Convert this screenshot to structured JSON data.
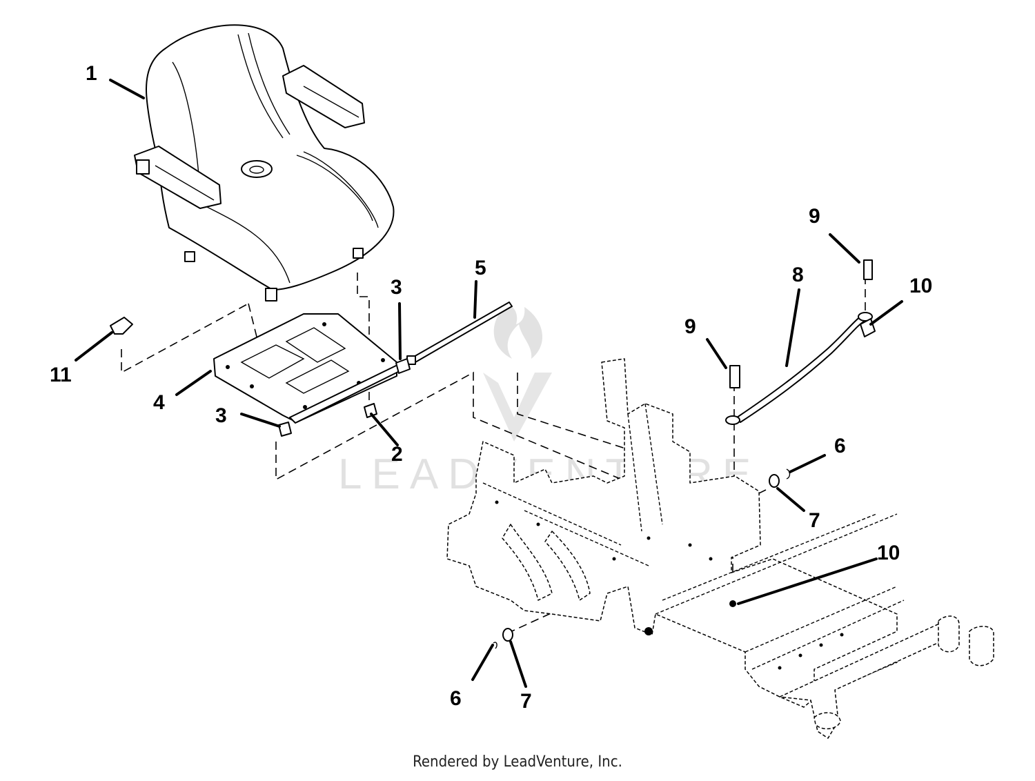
{
  "watermark": {
    "brand": "LEADVENTURE"
  },
  "callouts": [
    {
      "id": "1",
      "label": "1"
    },
    {
      "id": "2",
      "label": "2"
    },
    {
      "id": "3a",
      "label": "3"
    },
    {
      "id": "3b",
      "label": "3"
    },
    {
      "id": "4",
      "label": "4"
    },
    {
      "id": "5",
      "label": "5"
    },
    {
      "id": "6a",
      "label": "6"
    },
    {
      "id": "6b",
      "label": "6"
    },
    {
      "id": "7a",
      "label": "7"
    },
    {
      "id": "7b",
      "label": "7"
    },
    {
      "id": "8",
      "label": "8"
    },
    {
      "id": "9a",
      "label": "9"
    },
    {
      "id": "9b",
      "label": "9"
    },
    {
      "id": "10a",
      "label": "10"
    },
    {
      "id": "10b",
      "label": "10"
    },
    {
      "id": "11",
      "label": "11"
    }
  ],
  "footer": {
    "credit": "Rendered by LeadVenture, Inc."
  }
}
